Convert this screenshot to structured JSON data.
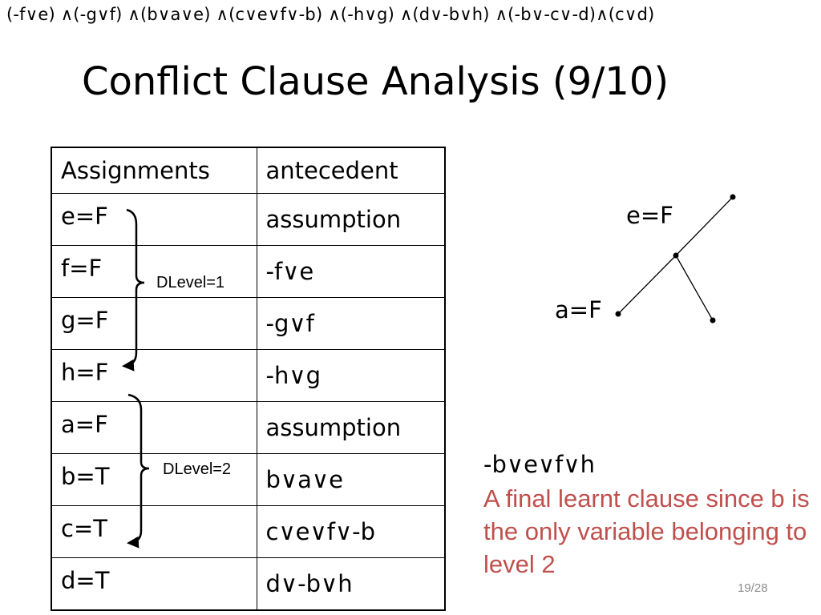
{
  "formula": "(-f∨e) ∧(-g∨f) ∧(b∨a∨e) ∧(c∨e∨f∨-b) ∧(-h∨g) ∧(d∨-b∨h) ∧(-b∨-c∨-d)∧(c∨d)",
  "title": "Conflict Clause Analysis (9/10)",
  "table": {
    "headers": [
      "Assignments",
      "antecedent"
    ],
    "rows": [
      [
        "e=F",
        "assumption"
      ],
      [
        "f=F",
        "-f∨e"
      ],
      [
        "g=F",
        "-g∨f"
      ],
      [
        "h=F",
        "-h∨g"
      ],
      [
        "a=F",
        "assumption"
      ],
      [
        "b=T",
        "b∨a∨e"
      ],
      [
        "c=T",
        "c∨e∨f∨-b"
      ],
      [
        "d=T",
        "d∨-b∨h"
      ]
    ]
  },
  "levels": [
    {
      "label": "DLevel=1"
    },
    {
      "label": "DLevel=2"
    }
  ],
  "graph": {
    "node_labels": [
      "e=F",
      "a=F"
    ]
  },
  "learnt_clause": "-b∨e∨f∨h",
  "note": "A final learnt clause since b is the only variable belonging to level 2",
  "page_number": "19/28",
  "colors": {
    "note": "#c0504d",
    "page_number": "#8c8c8c"
  }
}
